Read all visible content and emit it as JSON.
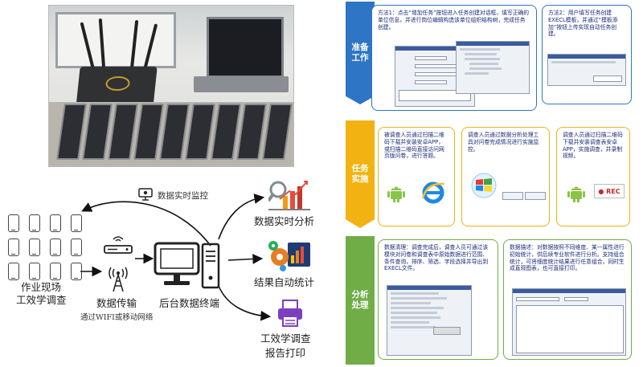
{
  "left": {
    "monitor_label": "数据实时监控",
    "analysis_label": "数据实时分析",
    "auto_stats_label": "结果自动统计",
    "report_label_line1": "工效学调查",
    "report_label_line2": "报告打印",
    "site_label_line1": "作业现场",
    "site_label_line2": "工效学调查",
    "transmit_label": "数据传输",
    "transmit_sub": "通过WIFI或移动网络",
    "backend_label": "后台数据终端"
  },
  "right": {
    "stage1": {
      "label": "准备工作",
      "method1": "方法1：点击“增加任务”按钮进入任务创建对话框，填写正确的单位信息，并进行岗位编辑构造该单位组织结构树，完成任务创建。",
      "method2": "方法2：用户填写任务创建EXECL模板，并通过“模板添加”按钮上传实现自动任务创建。"
    },
    "stage2": {
      "label": "任务实施",
      "card1": "被调查人员通过扫描二维码下载并安装安卓APP，或扫描二维码直接访问网页版问卷，进行答题。",
      "card2": "调查人员通过数据分析处理工具对问卷完成情况进行实施监控。",
      "card3": "调查人员通过扫描二维码下载并安装调查表安卓APP，实施调查，并录制视频。",
      "rec": "● REC"
    },
    "stage3": {
      "label": "分析处理",
      "card1": "数据清理：调查完成后，调查人员可通过该模块对问卷和调查表中原始数据进行范围、条件查询，排序、筛选、字段选择并导出到EXECL文件。",
      "card2": "数据描述：对数据按照不同维度、某一属性进行初始统计，供后续专业软件进行分析。支持组合统计，可将细度统计结果进行任意组合，同时生成直观图表，也可直接打印。"
    }
  },
  "colors": {
    "blue": "#2e75c6",
    "yellow": "#f1b212",
    "green": "#70ad47"
  },
  "icons": [
    "monitor-pin-icon",
    "chart-analysis-icon",
    "gears-stats-icon",
    "printer-icon",
    "router-icon",
    "cell-tower-icon",
    "computer-icon",
    "server-icon",
    "phone-icon",
    "android-icon",
    "ie-icon",
    "windows-icon"
  ]
}
